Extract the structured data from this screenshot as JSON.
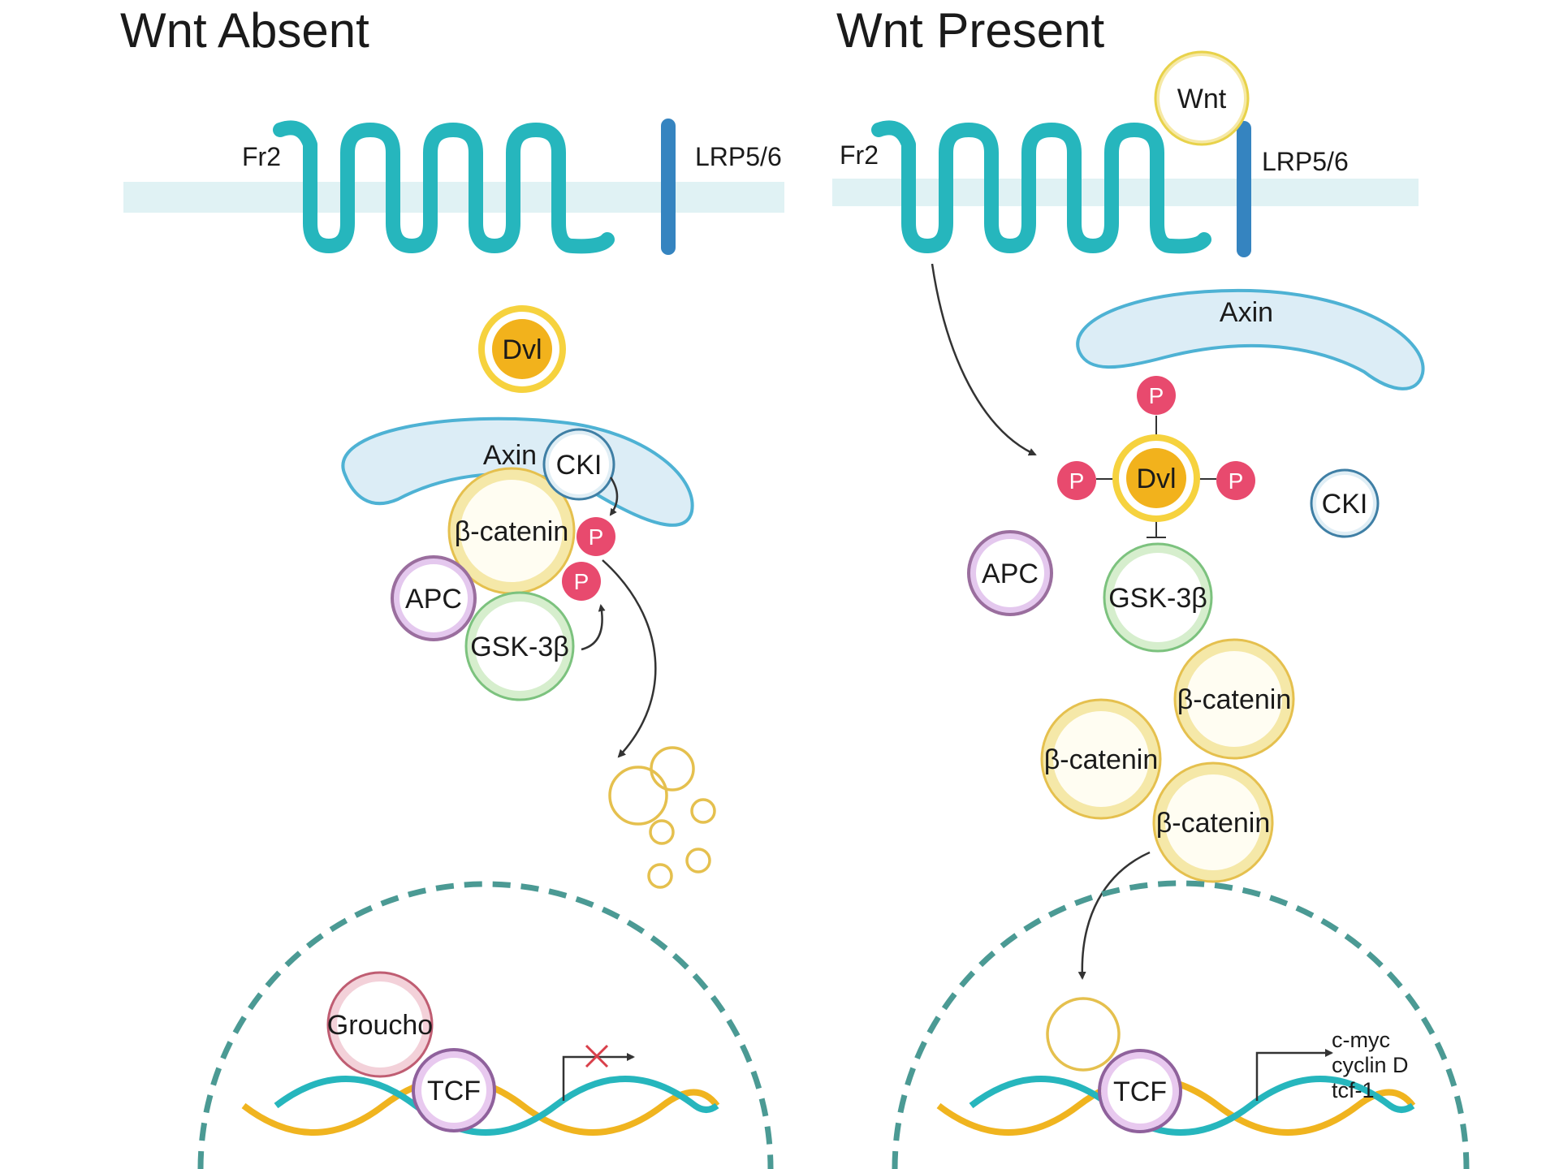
{
  "colors": {
    "receptor": "#26b6bd",
    "lrp": "#3584c0",
    "membrane": "#e0f2f4",
    "axin_fill": "#dcedf6",
    "axin_stroke": "#4eb2d4",
    "catenin": "#e5c04e",
    "catenin_fill": "#fffbe6",
    "dvl_fill": "#f2b21c",
    "dvl_ring": "#f6d23e",
    "phospho": "#e84a6e",
    "apc": "#9a6e9e",
    "apc_ring": "#e4c8ee",
    "gsk": "#7cc27e",
    "gsk_ring": "#d6eecd",
    "cki": "#3f7fa5",
    "groucho": "#bf5d72",
    "groucho_ring": "#f3d1d9",
    "tcf": "#8f619c",
    "tcf_ring": "#e8c9ef",
    "nucleus": "#4b9a94",
    "dna_yellow": "#f0b41f",
    "dna_teal": "#26b6bd",
    "block": "#d93f4a",
    "arrow": "#333333"
  },
  "left": {
    "title": "Wnt Absent",
    "fr2": "Fr2",
    "lrp": "LRP5/6",
    "dvl": "Dvl",
    "axin": "Axin",
    "cki": "CKI",
    "catenin": "β-catenin",
    "apc": "APC",
    "gsk": "GSK-3β",
    "p1": "P",
    "p2": "P",
    "groucho": "Groucho",
    "tcf": "TCF"
  },
  "right": {
    "title": "Wnt Present",
    "wnt": "Wnt",
    "fr2": "Fr2",
    "lrp": "LRP5/6",
    "axin": "Axin",
    "dvl": "Dvl",
    "p_top": "P",
    "p_left": "P",
    "p_right": "P",
    "cki": "CKI",
    "apc": "APC",
    "gsk": "GSK-3β",
    "catenin1": "β-catenin",
    "catenin2": "β-catenin",
    "catenin3": "β-catenin",
    "tcf": "TCF",
    "genes": [
      "c-myc",
      "cyclin D",
      "tcf-1"
    ]
  }
}
